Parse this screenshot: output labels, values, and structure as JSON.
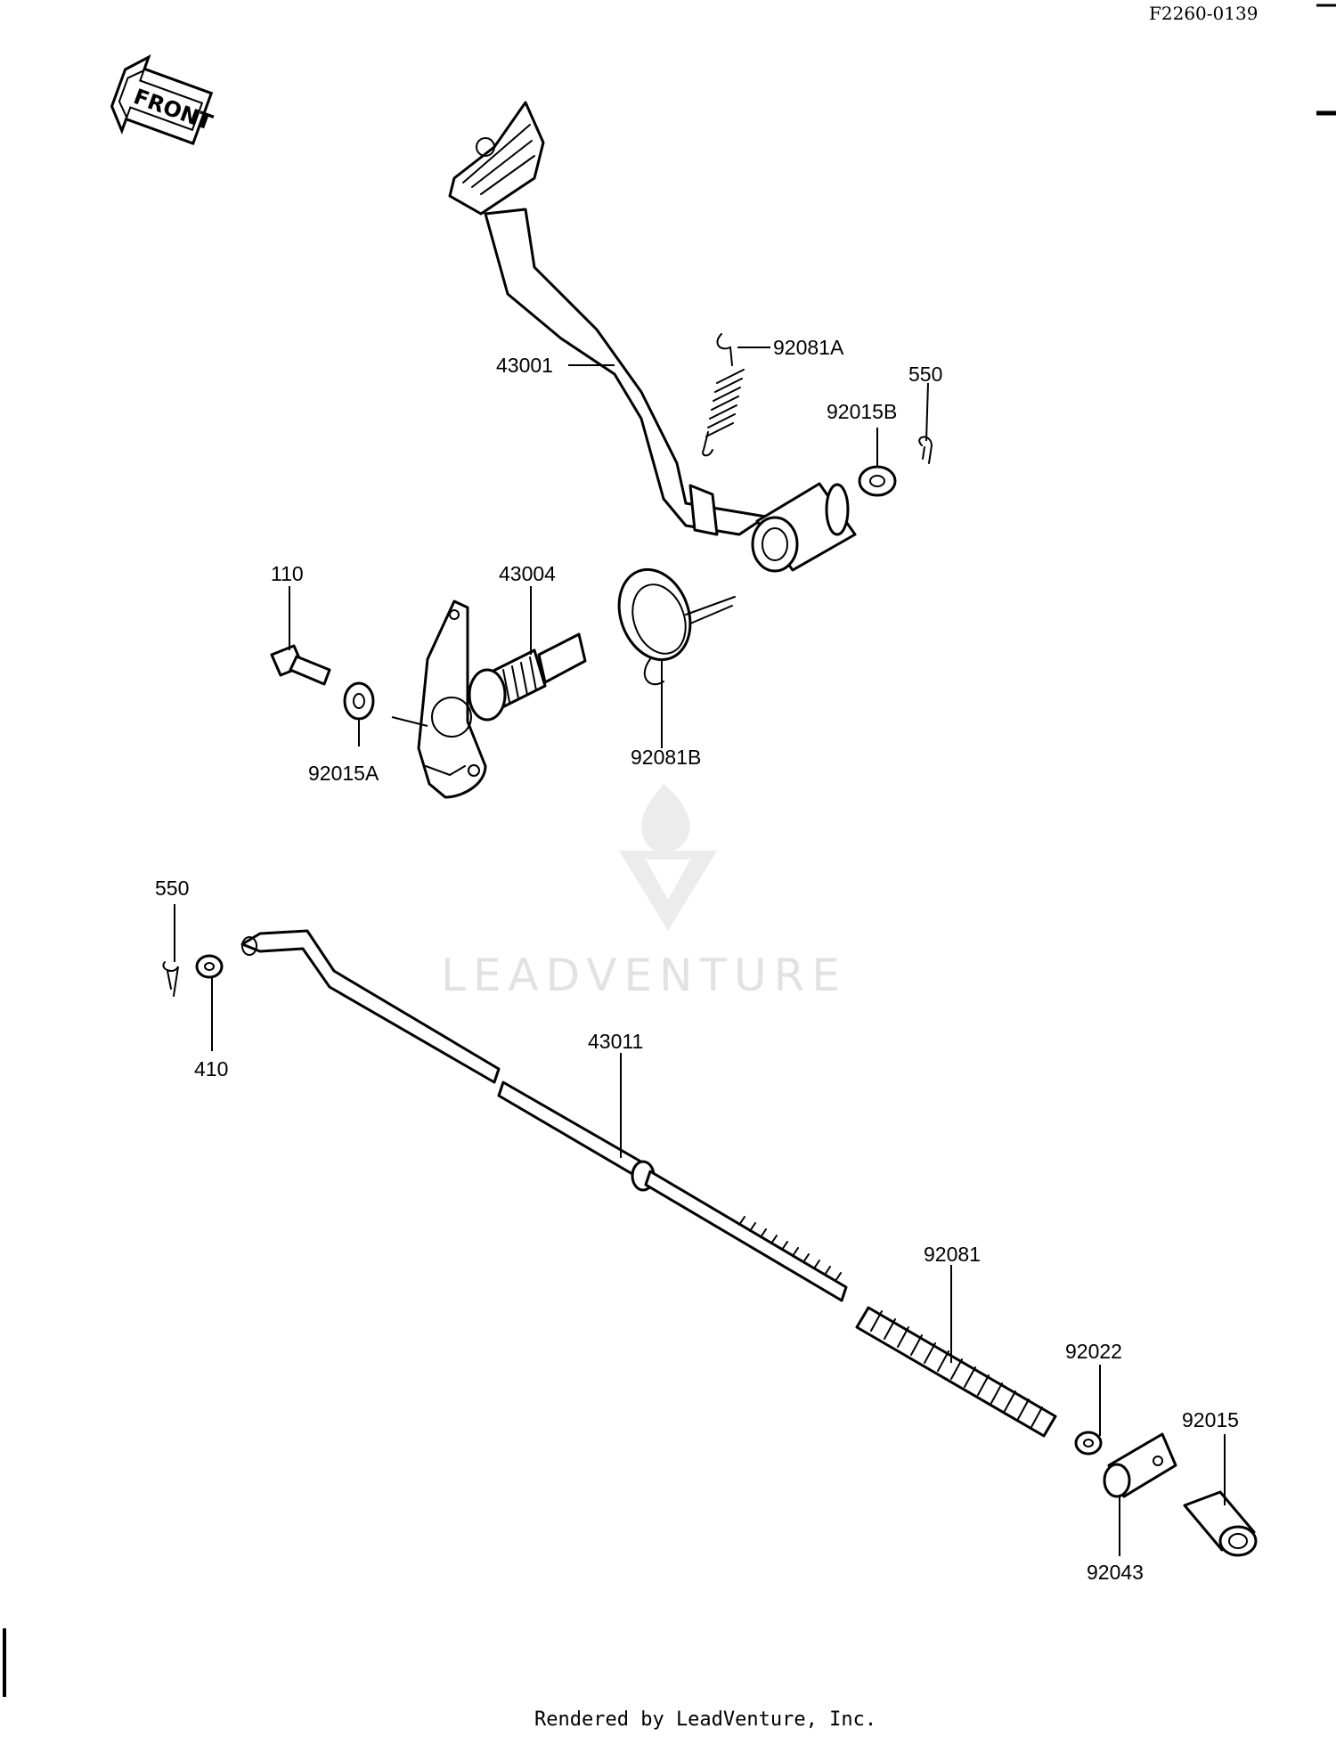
{
  "drawing_code": "F2260-0139",
  "front_marker": "FRONT",
  "watermark": "LEADVENTURE",
  "footer": "Rendered by LeadVenture, Inc.",
  "callouts": {
    "p43001": "43001",
    "p92081A": "92081A",
    "p550_top": "550",
    "p92015B": "92015B",
    "p110": "110",
    "p43004": "43004",
    "p92015A": "92015A",
    "p92081B": "92081B",
    "p550_bottom": "550",
    "p410": "410",
    "p43011": "43011",
    "p92081": "92081",
    "p92022": "92022",
    "p92015": "92015",
    "p92043": "92043"
  }
}
